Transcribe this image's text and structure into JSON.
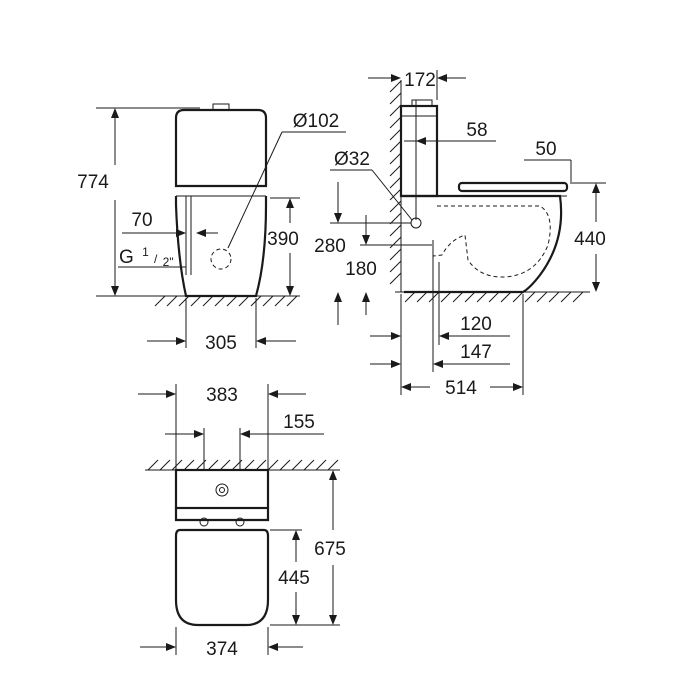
{
  "front_view": {
    "height_total": "774",
    "inlet_offset": "70",
    "thread_main": "G",
    "thread_frac_num": "1",
    "thread_frac_den": "2\"",
    "outlet_diameter": "Ø102",
    "outlet_height": "390",
    "base_width": "305"
  },
  "side_view": {
    "tank_depth": "172",
    "inlet_from_wall": "58",
    "seat_overhang": "50",
    "inlet_diameter": "Ø32",
    "inlet_height": "280",
    "outlet_height": "180",
    "rim_height": "440",
    "outlet_center_1": "120",
    "outlet_center_2": "147",
    "total_depth": "514"
  },
  "top_view": {
    "tank_width": "383",
    "center_offset": "155",
    "total_length": "675",
    "bowl_length": "445",
    "seat_width": "374"
  }
}
